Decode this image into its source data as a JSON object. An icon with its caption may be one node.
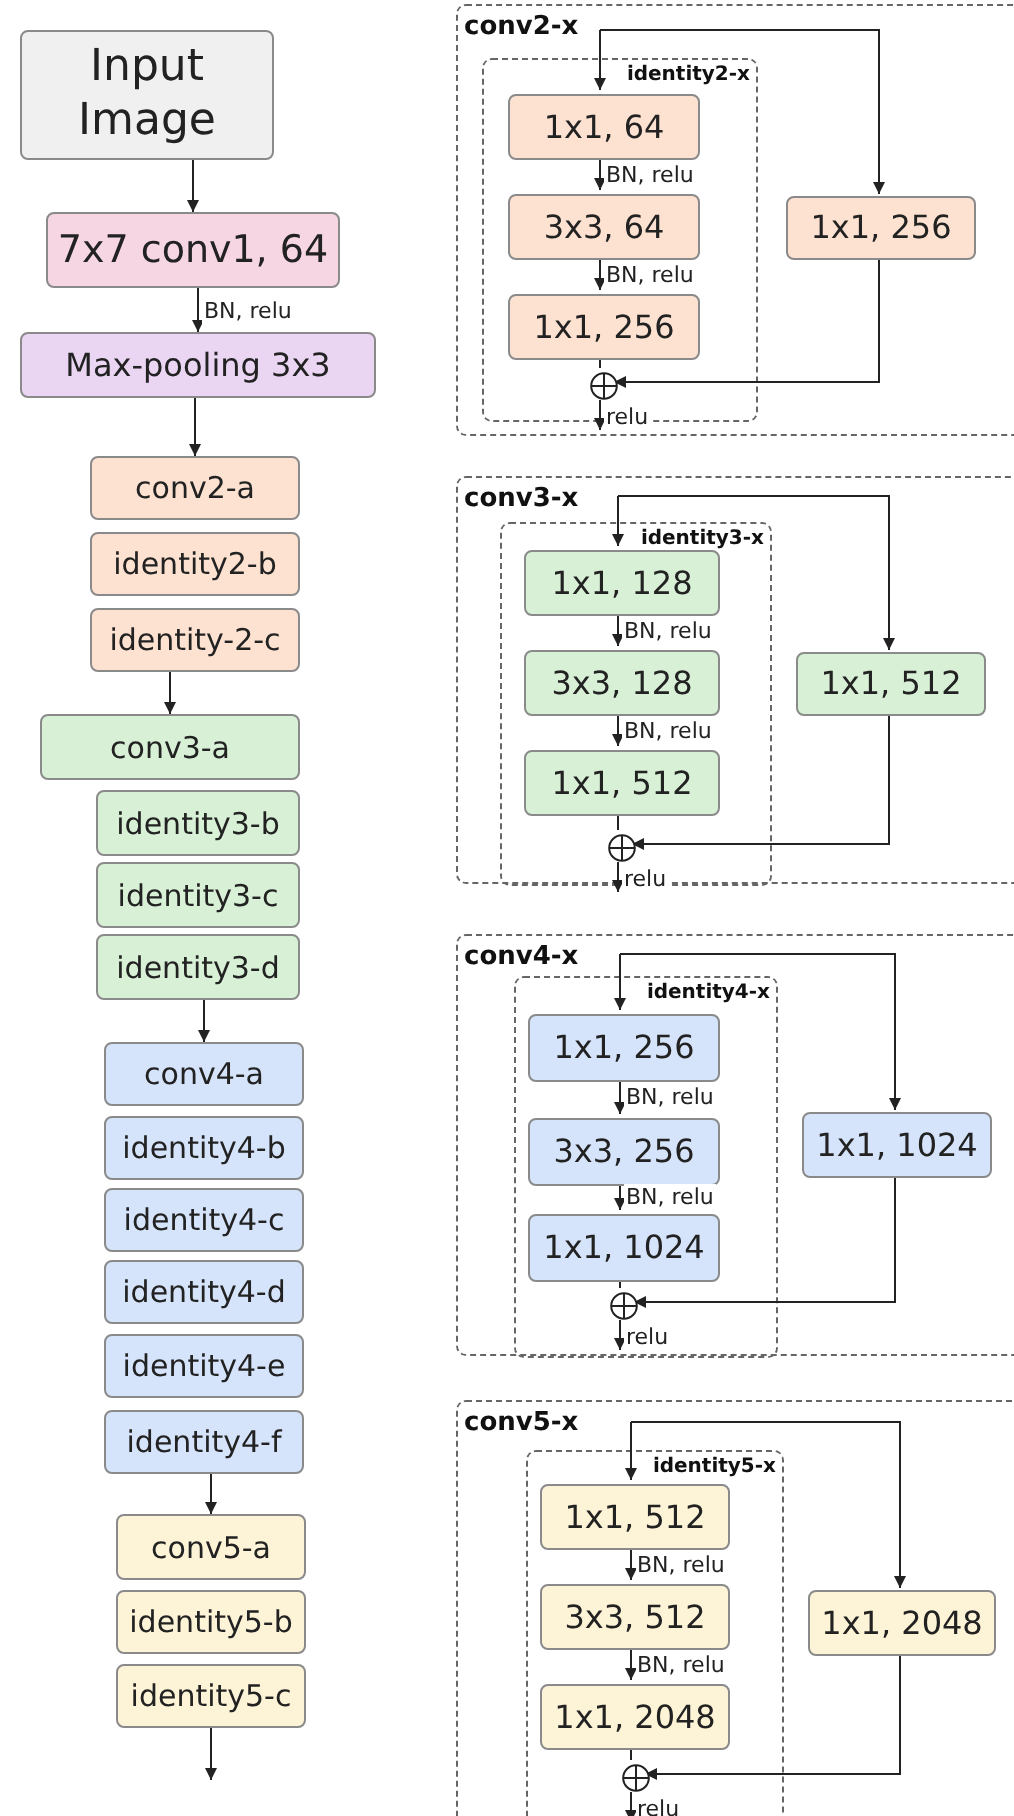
{
  "diagram": {
    "nodes": [
      {
        "text": [
          "Input Image"
        ]
      },
      {
        "text": [
          "7x7 conv1, 64"
        ]
      },
      {
        "text": [
          "Max-pooling  3x3"
        ]
      },
      {
        "text": [
          "conv2-a"
        ]
      },
      {
        "text": [
          "identity2-b"
        ]
      },
      {
        "text": [
          "identity-2-c"
        ]
      },
      {
        "text": [
          "conv3-a"
        ]
      },
      {
        "text": [
          "identity3-b"
        ]
      },
      {
        "text": [
          "identity3-c"
        ]
      },
      {
        "text": [
          "identity3-d"
        ]
      },
      {
        "text": [
          "conv4-a"
        ]
      },
      {
        "text": [
          "identity4-b"
        ]
      },
      {
        "text": [
          "identity4-c"
        ]
      },
      {
        "text": [
          "identity4-d"
        ]
      },
      {
        "text": [
          "identity4-e"
        ]
      },
      {
        "text": [
          "identity4-f"
        ]
      },
      {
        "text": [
          "conv5-a"
        ]
      },
      {
        "text": [
          "identity5-b"
        ]
      },
      {
        "text": [
          "identity5-c"
        ]
      },
      {
        "text": [
          "conv2-x"
        ]
      },
      {
        "text": [
          "identity2-x"
        ],
        "in": 19
      },
      {
        "text": [
          "1x1, 64"
        ],
        "in": 20
      },
      {
        "text": [
          "3x3, 64"
        ],
        "in": 20
      },
      {
        "text": [
          "1x1, 256"
        ],
        "in": 20
      },
      {
        "text": [],
        "shape": "circle",
        "in": 20
      },
      {
        "text": [
          "1x1, 256"
        ],
        "in": 19
      },
      {
        "text": [
          "conv3-x"
        ]
      },
      {
        "text": [
          "identity3-x"
        ],
        "in": 26
      },
      {
        "text": [
          "1x1, 128"
        ],
        "in": 27
      },
      {
        "text": [
          "3x3, 128"
        ],
        "in": 27
      },
      {
        "text": [
          "1x1, 512"
        ],
        "in": 27
      },
      {
        "text": [],
        "shape": "circle",
        "in": 27
      },
      {
        "text": [
          "1x1, 512"
        ],
        "in": 26
      },
      {
        "text": [
          "conv4-x"
        ]
      },
      {
        "text": [
          "identity4-x"
        ],
        "in": 33
      },
      {
        "text": [
          "1x1, 256"
        ],
        "in": 34
      },
      {
        "text": [
          "3x3, 256"
        ],
        "in": 34
      },
      {
        "text": [
          "1x1, 1024"
        ],
        "in": 34
      },
      {
        "text": [],
        "shape": "circle",
        "in": 34
      },
      {
        "text": [
          "1x1, 1024"
        ],
        "in": 33
      },
      {
        "text": [
          "conv5-x"
        ]
      },
      {
        "text": [
          "identity5-x"
        ],
        "in": 40
      },
      {
        "text": [
          "1x1, 512"
        ],
        "in": 41
      },
      {
        "text": [
          "3x3, 512"
        ],
        "in": 41
      },
      {
        "text": [
          "1x1, 2048"
        ],
        "in": 41
      },
      {
        "text": [],
        "shape": "circle",
        "in": 41
      },
      {
        "text": [
          "1x1, 2048"
        ],
        "in": 40
      }
    ],
    "edges": [
      {
        "from": 0,
        "to": 1,
        "arrow": "to"
      },
      {
        "from": 1,
        "to": 2,
        "arrow": "to",
        "label": "BN, relu"
      },
      {
        "from": 2,
        "to": 3,
        "arrow": "to"
      },
      {
        "from": 5,
        "to": 6,
        "arrow": "to"
      },
      {
        "from": 9,
        "to": 10,
        "arrow": "to"
      },
      {
        "from": 15,
        "to": 16,
        "arrow": "to"
      },
      {
        "from": 18,
        "to": null,
        "arrow": "to"
      },
      {
        "from": null,
        "to": 21,
        "arrow": "to"
      },
      {
        "from": null,
        "to": 25,
        "arrow": "to"
      },
      {
        "from": 21,
        "to": 22,
        "arrow": "to",
        "label": "BN, relu"
      },
      {
        "from": 22,
        "to": 23,
        "arrow": "to",
        "label": "BN, relu"
      },
      {
        "from": 23,
        "to": 24,
        "arrow": "none"
      },
      {
        "from": 25,
        "to": 24,
        "arrow": "to"
      },
      {
        "from": 24,
        "to": null,
        "arrow": "to",
        "label": "relu"
      },
      {
        "from": null,
        "to": 28,
        "arrow": "to"
      },
      {
        "from": null,
        "to": 32,
        "arrow": "to"
      },
      {
        "from": 28,
        "to": 29,
        "arrow": "to",
        "label": "BN, relu"
      },
      {
        "from": 29,
        "to": 30,
        "arrow": "to",
        "label": "BN, relu"
      },
      {
        "from": 30,
        "to": 31,
        "arrow": "none"
      },
      {
        "from": 32,
        "to": 31,
        "arrow": "to"
      },
      {
        "from": 31,
        "to": null,
        "arrow": "to",
        "label": "relu"
      },
      {
        "from": null,
        "to": 35,
        "arrow": "to"
      },
      {
        "from": null,
        "to": 39,
        "arrow": "to"
      },
      {
        "from": 35,
        "to": 36,
        "arrow": "to",
        "label": "BN, relu"
      },
      {
        "from": 36,
        "to": 37,
        "arrow": "to",
        "label": "BN, relu"
      },
      {
        "from": 37,
        "to": 38,
        "arrow": "none"
      },
      {
        "from": 39,
        "to": 38,
        "arrow": "to"
      },
      {
        "from": 38,
        "to": null,
        "arrow": "to",
        "label": "relu"
      },
      {
        "from": null,
        "to": 42,
        "arrow": "to"
      },
      {
        "from": null,
        "to": 46,
        "arrow": "to"
      },
      {
        "from": 42,
        "to": 43,
        "arrow": "to",
        "label": "BN, relu"
      },
      {
        "from": 43,
        "to": 44,
        "arrow": "to",
        "label": "BN, relu"
      },
      {
        "from": 44,
        "to": 45,
        "arrow": "none"
      },
      {
        "from": 46,
        "to": 45,
        "arrow": "to"
      },
      {
        "from": 45,
        "to": null,
        "arrow": "to",
        "label": "relu"
      }
    ]
  }
}
